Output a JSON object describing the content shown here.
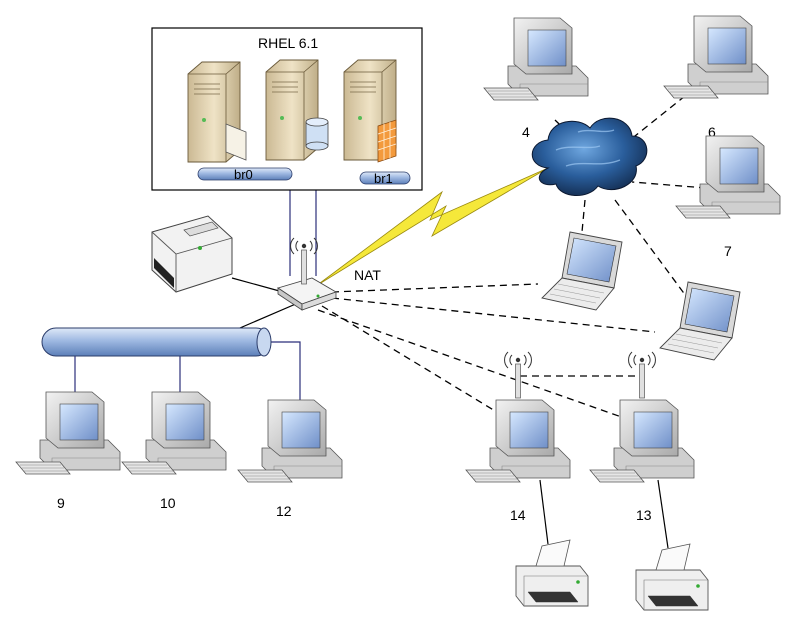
{
  "server_box": {
    "title": "RHEL 6.1"
  },
  "bridges": {
    "br0": "br0",
    "br1": "br1"
  },
  "router": {
    "nat_label": "NAT"
  },
  "workstations": [
    {
      "id": "ws-4",
      "label": "4"
    },
    {
      "id": "ws-6",
      "label": "6"
    },
    {
      "id": "ws-7",
      "label": "7"
    },
    {
      "id": "ws-9",
      "label": "9"
    },
    {
      "id": "ws-10",
      "label": "10"
    },
    {
      "id": "ws-12",
      "label": "12"
    },
    {
      "id": "ws-14",
      "label": "14"
    },
    {
      "id": "ws-13",
      "label": "13"
    }
  ],
  "colors": {
    "cloud": "#1f4f86",
    "lightning": "#f5e83a",
    "bus": "#8fb0dd",
    "server": "#e8d9b8",
    "monitor": "#d8d8d8"
  }
}
